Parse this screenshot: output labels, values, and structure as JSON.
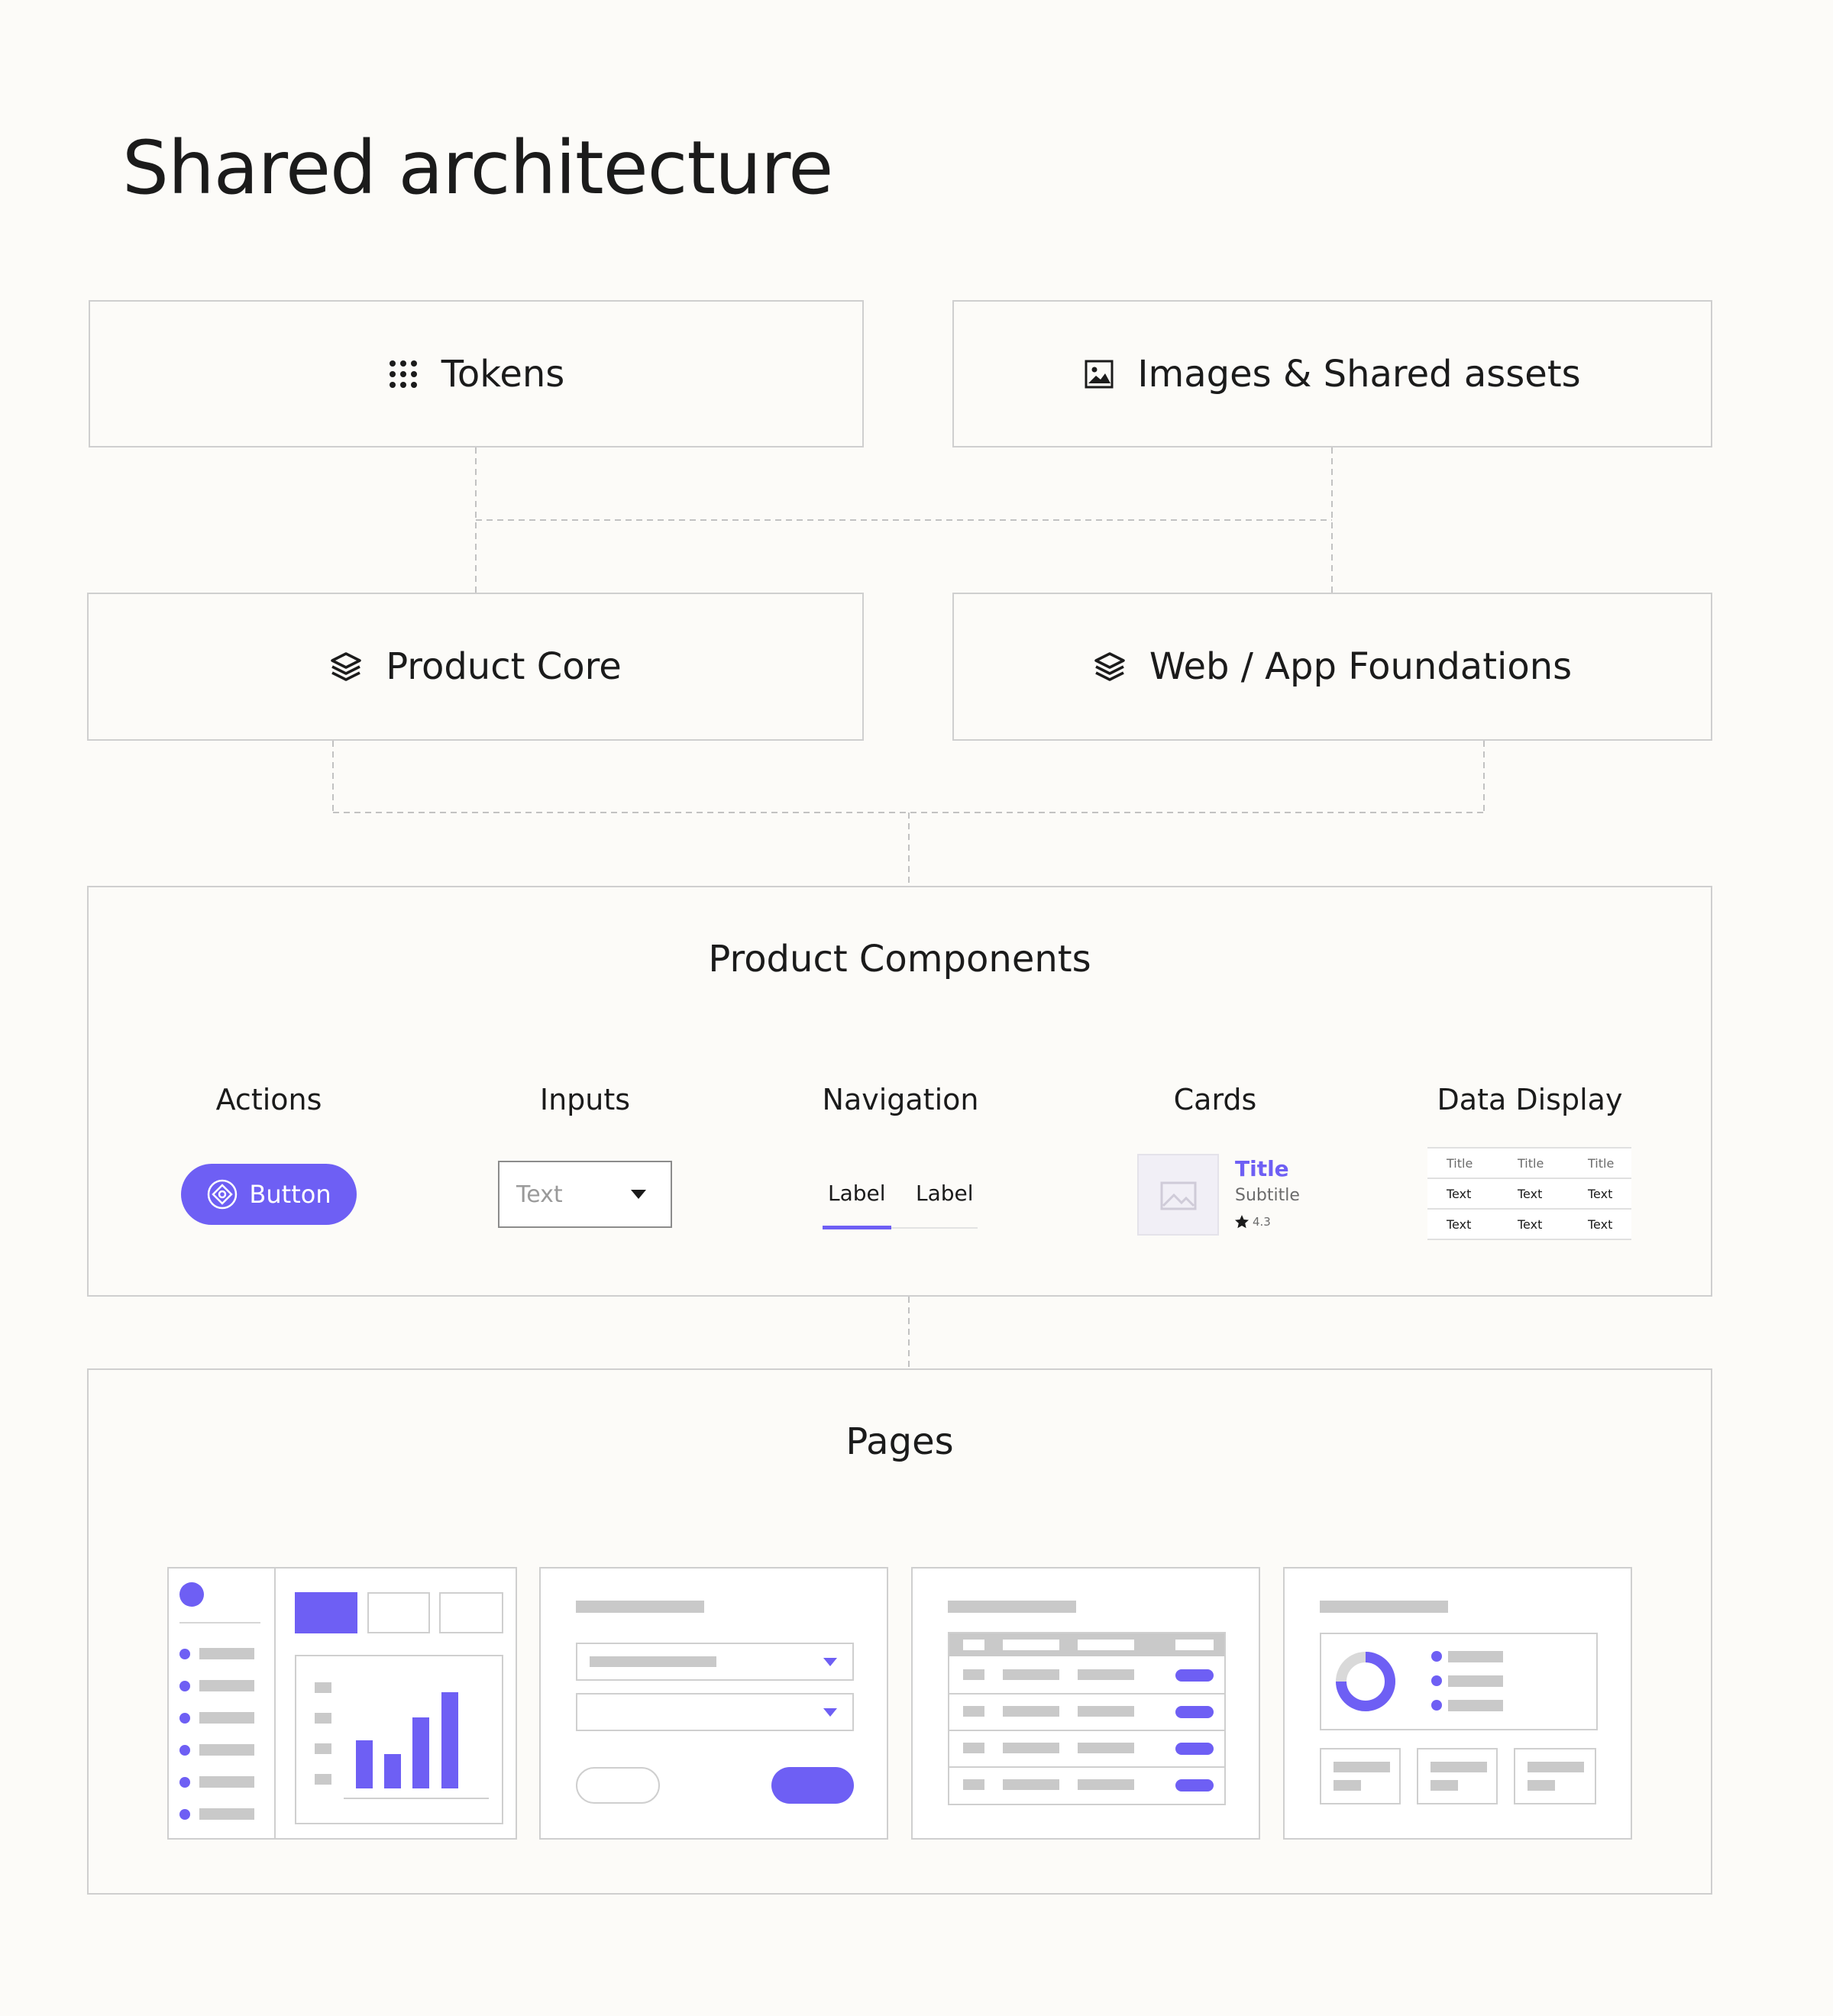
{
  "page_title": "Shared architecture",
  "nodes": {
    "tokens": "Tokens",
    "images": "Images & Shared assets",
    "product_core": "Product Core",
    "web_app": "Web / App Foundations",
    "components": "Product Components",
    "pages": "Pages"
  },
  "categories": {
    "actions": "Actions",
    "inputs": "Inputs",
    "navigation": "Navigation",
    "cards": "Cards",
    "data_display": "Data Display"
  },
  "examples": {
    "button_label": "Button",
    "input_placeholder": "Text",
    "nav_tab_1": "Label",
    "nav_tab_2": "Label",
    "card_title": "Title",
    "card_subtitle": "Subtitle",
    "card_rating": "4.3",
    "table": {
      "headers": [
        "Title",
        "Title",
        "Title"
      ],
      "rows": [
        [
          "Text",
          "Text",
          "Text"
        ],
        [
          "Text",
          "Text",
          "Text"
        ]
      ]
    }
  },
  "colors": {
    "accent": "#6e5ff4",
    "placeholder_gray": "#c9c9c9",
    "border": "#cfcfcf",
    "background": "#fcfbf8"
  },
  "icons": {
    "tokens": "dot-grid-icon",
    "images": "image-icon",
    "product_core": "layers-icon",
    "web_app": "layers-icon",
    "button": "target-icon",
    "card_image": "image-placeholder-icon",
    "rating": "star-icon"
  }
}
